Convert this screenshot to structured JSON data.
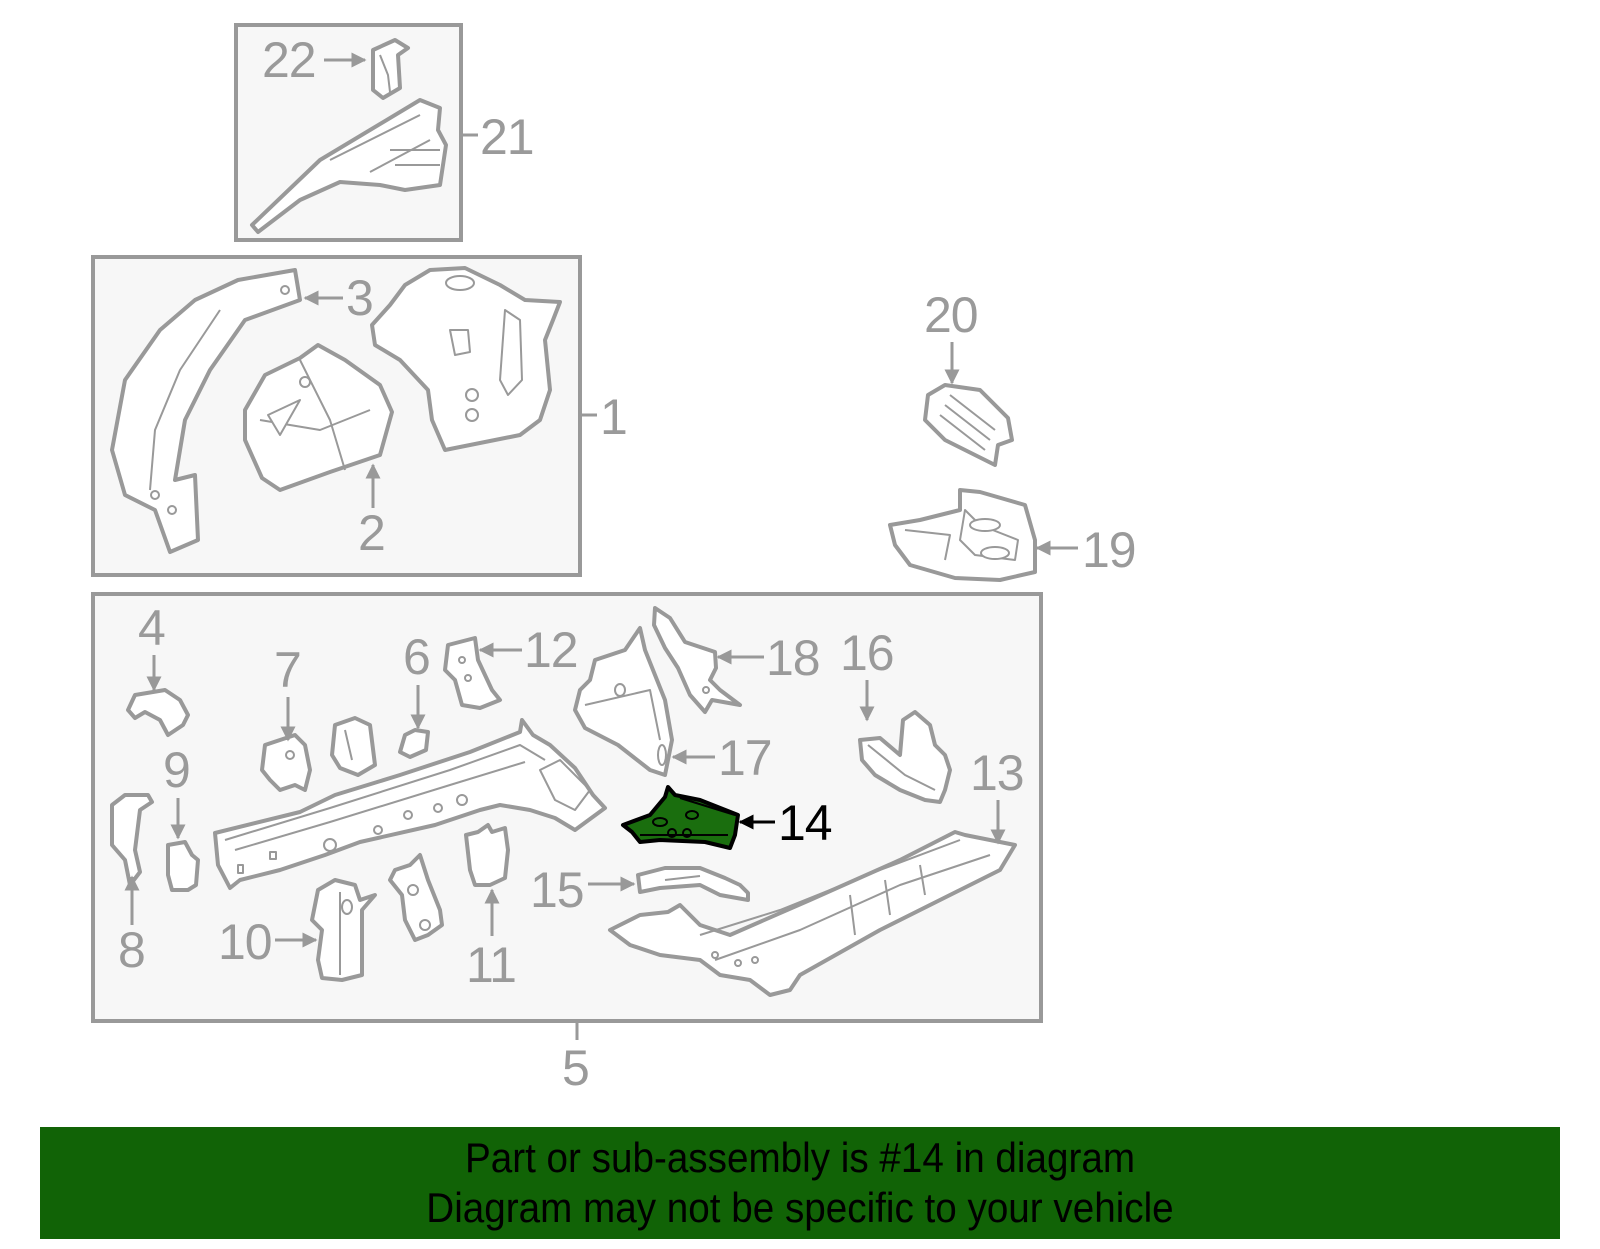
{
  "diagram": {
    "highlighted_part": "14",
    "colors": {
      "line": "#999999",
      "box_fill": "#f7f7f7",
      "highlight_fill": "#1a6e0e",
      "highlight_stroke": "#000000",
      "banner": "#116306"
    },
    "boxes": [
      {
        "id": "box-21",
        "label": "21"
      },
      {
        "id": "box-1",
        "label": "1"
      },
      {
        "id": "box-5",
        "label": "5"
      }
    ],
    "callouts": {
      "p1": "1",
      "p2": "2",
      "p3": "3",
      "p4": "4",
      "p5": "5",
      "p6": "6",
      "p7": "7",
      "p8": "8",
      "p9": "9",
      "p10": "10",
      "p11": "11",
      "p12": "12",
      "p13": "13",
      "p14": "14",
      "p15": "15",
      "p16": "16",
      "p17": "17",
      "p18": "18",
      "p19": "19",
      "p20": "20",
      "p21": "21",
      "p22": "22"
    }
  },
  "banner": {
    "line1": "Part or sub-assembly is #14 in diagram",
    "line2": "Diagram may not be specific to your vehicle"
  }
}
